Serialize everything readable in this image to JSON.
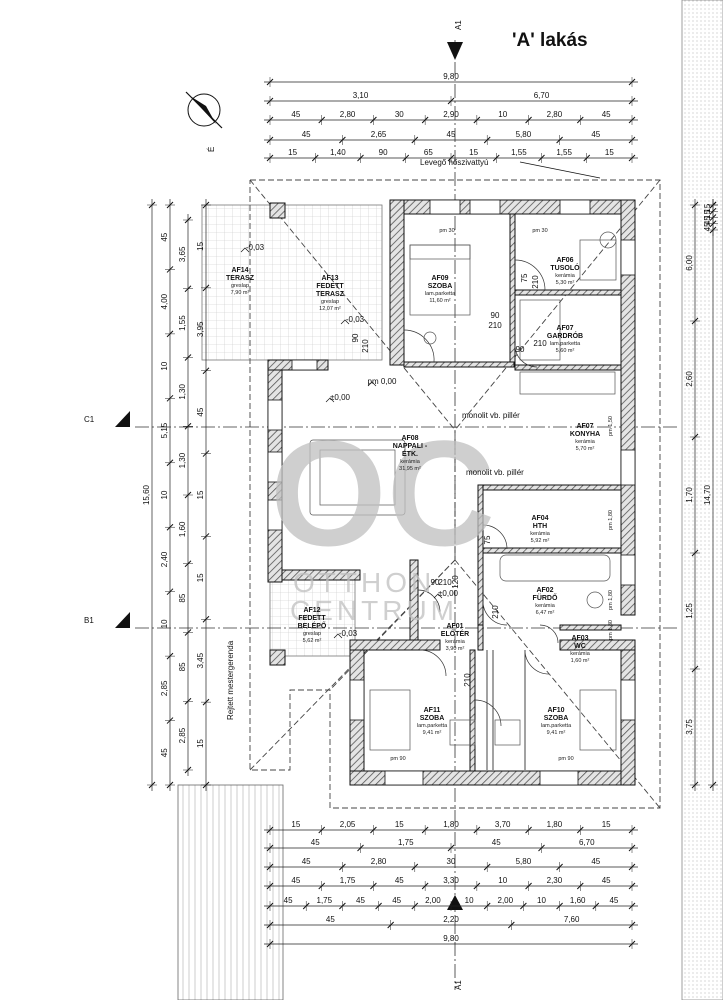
{
  "title": "'A' lakás",
  "north_symbol_letter": "É",
  "section_labels": {
    "a_top": "A1",
    "a_bottom": "A1",
    "b": "B1",
    "c": "C1"
  },
  "notes": {
    "air_curtain": "Levegő hőszivattyú",
    "pillar_1": "monolit vb. pillér",
    "pillar_2": "monolit vb. pillér",
    "hidden_beam": "Rejtett mestergerenda"
  },
  "watermark": {
    "logo": "OC",
    "line1": "OTTHON",
    "line2": "CENTRUM"
  },
  "level_marks": [
    "-0,03",
    "-0,03",
    "±0,00",
    "pm 0,00",
    "±0,00",
    "-0,03"
  ],
  "rooms": [
    {
      "code": "AF14",
      "name": "TERASZ",
      "floor": "greslap",
      "area": "7,90 m²"
    },
    {
      "code": "AF13",
      "name": "FEDETT TERASZ",
      "floor": "greslap",
      "area": "12,07 m²"
    },
    {
      "code": "AF09",
      "name": "SZOBA",
      "floor": "lam.parketta",
      "area": "11,60 m²"
    },
    {
      "code": "AF06",
      "name": "TUSOLÓ",
      "floor": "kerámia",
      "area": "5,30 m²"
    },
    {
      "code": "AF07",
      "name": "GARDRÓB",
      "floor": "lam.parketta",
      "area": "5,60 m²"
    },
    {
      "code": "AF08",
      "name": "NAPPALI - ÉTK.",
      "floor": "kerámia",
      "area": "31,95 m²"
    },
    {
      "code": "AF07",
      "name": "KONYHA",
      "floor": "kerámia",
      "area": "5,70 m²"
    },
    {
      "code": "AF04",
      "name": "HTH",
      "floor": "kerámia",
      "area": "5,92 m²"
    },
    {
      "code": "AF02",
      "name": "FÜRDŐ",
      "floor": "kerámia",
      "area": "6,47 m²"
    },
    {
      "code": "AF12",
      "name": "FEDETT BELÉPŐ",
      "floor": "greslap",
      "area": "5,62 m²"
    },
    {
      "code": "AF01",
      "name": "ELŐTÉR",
      "floor": "kerámia",
      "area": "3,90 m²"
    },
    {
      "code": "AF03",
      "name": "WC",
      "floor": "kerámia",
      "area": "1,60 m²"
    },
    {
      "code": "AF11",
      "name": "SZOBA",
      "floor": "lam.parketta",
      "area": "9,41 m²"
    },
    {
      "code": "AF10",
      "name": "SZOBA",
      "floor": "lam.parketta",
      "area": "9,41 m²"
    }
  ],
  "dims_top": [
    [
      "9,80"
    ],
    [
      "3,10",
      "6,70"
    ],
    [
      "45",
      "2,80",
      "30",
      "2,90",
      "10",
      "2,80",
      "45"
    ],
    [
      "45",
      "2,65",
      "45",
      "5,80",
      "45"
    ],
    [
      "15",
      "1,40",
      "90",
      "65",
      "15",
      "1,55",
      "1,55",
      "15"
    ]
  ],
  "dims_bottom": [
    [
      "15",
      "2,05",
      "15",
      "1,80",
      "3,70",
      "1,80",
      "15"
    ],
    [
      "45",
      "1,75",
      "45",
      "6,70"
    ],
    [
      "45",
      "2,80",
      "30",
      "5,80",
      "45"
    ],
    [
      "45",
      "1,75",
      "45",
      "3,30",
      "10",
      "2,30",
      "45"
    ],
    [
      "45",
      "1,75",
      "45",
      "45",
      "2,00",
      "10",
      "2,00",
      "10",
      "1,60",
      "45"
    ],
    [
      "45",
      "2,20",
      "7,60"
    ],
    [
      "9,80"
    ]
  ],
  "dims_left": {
    "outer": "15,60",
    "col2": [
      "45",
      "4,00",
      "10",
      "5,15",
      "10",
      "2,40",
      "10",
      "2,85",
      "45"
    ],
    "col3": [
      "3,65",
      "1,55",
      "1,30",
      "1,30",
      "1,60",
      "85",
      "85",
      "2,85"
    ],
    "col4": [
      "15",
      "3,95",
      "45",
      "15",
      "15",
      "3,45",
      "15"
    ]
  },
  "dims_right": {
    "outer": "14,70",
    "col1": [
      "6,00",
      "2,60",
      "1,70",
      "1,25",
      "3,75"
    ],
    "col2": [
      "15",
      "15",
      "45",
      "45"
    ]
  },
  "opening_labels": [
    "90",
    "210",
    "90",
    "210",
    "75",
    "210",
    "90",
    "210",
    "90",
    "210",
    "75",
    "210",
    "210",
    "120"
  ],
  "inner_labels": [
    "pm 30",
    "pm 30",
    "pm 90",
    "pm 90",
    "pm 1,50",
    "pm 1,80",
    "pm 1,80",
    "pm 1,80"
  ]
}
